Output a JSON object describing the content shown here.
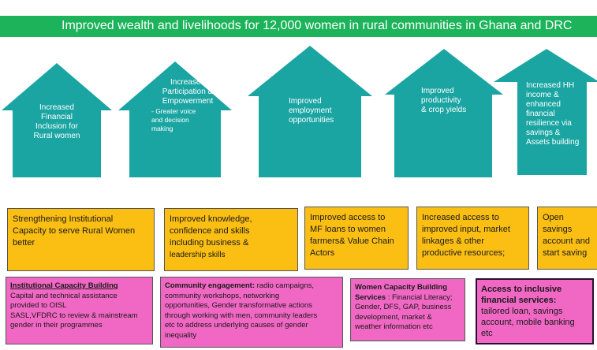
{
  "banner": {
    "title": "Improved wealth and livelihoods for 12,000 women in rural communities in Ghana and DRC",
    "color": "#1cb35a"
  },
  "arrows": {
    "color": "#1aa5a2",
    "items": [
      {
        "lines": [
          "Increased",
          "Financial",
          "Inclusion for",
          "Rural women"
        ]
      },
      {
        "lines": [
          "Increased",
          "Participation &",
          "Empowerment"
        ],
        "sub": [
          "- Greater voice",
          "and decision",
          "making"
        ]
      },
      {
        "lines": [
          "Improved",
          "employment",
          "opportunities"
        ]
      },
      {
        "lines": [
          "Improved",
          "productivity",
          "&  crop yields"
        ]
      },
      {
        "lines": [
          "Increased HH",
          "income &",
          "enhanced",
          "financial",
          "resilience via",
          "savings &",
          "Assets  building"
        ]
      }
    ]
  },
  "outcomes": {
    "color": "#fbbf14",
    "items": [
      {
        "lines": [
          "Strengthening Institutional",
          "Capacity to serve Rural Women",
          "better"
        ]
      },
      {
        "lines": [
          "Improved knowledge,",
          "confidence and skills",
          "including business &"
        ],
        "small": "leadership skills"
      },
      {
        "lines": [
          "Improved access to",
          "MF loans to women",
          "farmers& Value Chain",
          "Actors"
        ]
      },
      {
        "lines": [
          "Increased access to",
          "improved input, market",
          "linkages  & other",
          "productive resources;"
        ]
      },
      {
        "lines": [
          "Open savings",
          "account and",
          "start saving"
        ]
      }
    ]
  },
  "activities": {
    "color": "#f067c4",
    "items": [
      {
        "heading": "Institutional Capacity Building",
        "lines": [
          "Capital and technical assistance",
          "provided to OISL",
          "SASL,VFDRC  to review & mainstream",
          "gender in their programmes"
        ]
      },
      {
        "heading": "Community engagement:",
        "lines": [
          " radio campaigns,",
          "community workshops, networking",
          "opportunities, Gender transformative actions",
          "through working with men, community leaders",
          "etc to address underlying causes of gender",
          "inequality"
        ]
      },
      {
        "heading_lines": [
          "Women Capacity Building",
          "Services"
        ],
        "heading_tail": " : Financial Literacy;",
        "lines": [
          "Gender, DFS, GAP, business",
          "development, market &",
          "weather information etc"
        ]
      },
      {
        "heading_lines": [
          "Access to inclusive",
          "financial services:"
        ],
        "lines": [
          "tailored  loan, savings",
          "account, mobile banking",
          "etc"
        ]
      }
    ]
  }
}
